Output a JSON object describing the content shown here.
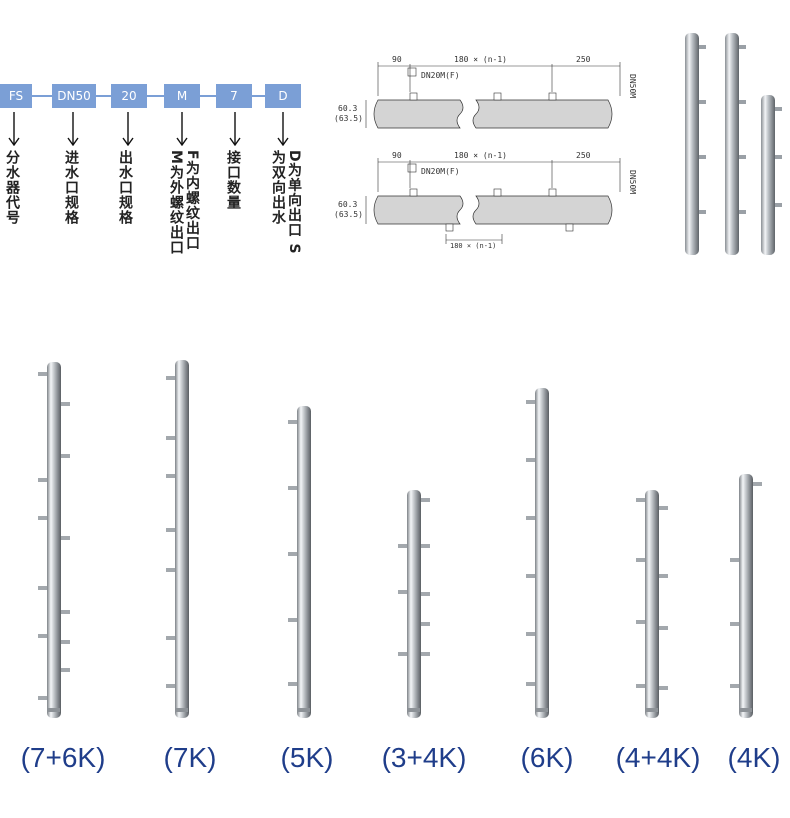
{
  "code_legend": {
    "boxes": [
      "FS",
      "DN50",
      "20",
      "M",
      "7",
      "D"
    ],
    "descriptions": [
      "分水器代号",
      "进水口规格",
      "出水口规格",
      "F为内螺纹出口 M为外螺纹出口",
      "接口数量",
      "D为单向出口 S为双向出水"
    ],
    "accent_color": "#7b9fd6"
  },
  "drawing": {
    "top": {
      "dim_left": "90",
      "dim_mid": "180 × (n-1)",
      "dim_right": "250",
      "outlet_label": "DN20M(F)",
      "inlet_label": "DN50M",
      "diameter_a": "60.3",
      "diameter_b": "(63.5)"
    },
    "bottom": {
      "dim_left": "90",
      "dim_mid": "180 × (n-1)",
      "dim_right": "250",
      "outlet_label": "DN20M(F)",
      "inlet_label": "DN50M",
      "diameter_a": "60.3",
      "diameter_b": "(63.5)",
      "dim_under": "180 × (n-1)"
    }
  },
  "products": [
    "(7+6K)",
    "(7K)",
    "(5K)",
    "(3+4K)",
    "(6K)",
    "(4+4K)",
    "(4K)"
  ],
  "label_color": "#1f3d8a"
}
